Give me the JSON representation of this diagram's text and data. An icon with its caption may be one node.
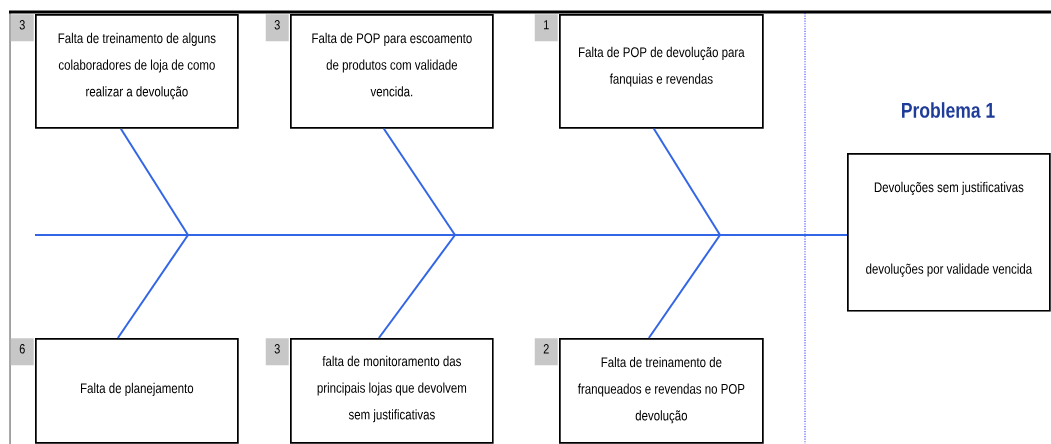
{
  "diagram": {
    "nodes": [
      {
        "text": [
          "Falta de treinamento de alguns colaboradores de loja de como realizar a devolução"
        ],
        "beside": [
          "3"
        ]
      },
      {
        "text": [
          "Falta de POP para escoamento de produtos com validade vencida."
        ],
        "beside": [
          "3"
        ]
      },
      {
        "text": [
          "Falta de POP de devolução para fanquias e revendas"
        ],
        "beside": [
          "1"
        ]
      },
      {
        "text": [
          "Falta de planejamento"
        ],
        "beside": [
          "6"
        ]
      },
      {
        "text": [
          "falta de monitoramento das principais lojas que devolvem sem justificativas"
        ],
        "beside": [
          "3"
        ]
      },
      {
        "text": [
          "Falta de treinamento de franqueados e revendas no POP devolução"
        ],
        "beside": [
          "2"
        ]
      },
      {
        "text": [
          "Problema 1",
          "Devoluções sem justificativas",
          "devoluções por validade vencida"
        ]
      }
    ],
    "edges": [
      {
        "from": 0,
        "to": null,
        "arrow": "none"
      },
      {
        "from": 1,
        "to": null,
        "arrow": "none"
      },
      {
        "from": 2,
        "to": null,
        "arrow": "none"
      },
      {
        "from": 3,
        "to": null,
        "arrow": "none"
      },
      {
        "from": 4,
        "to": null,
        "arrow": "none"
      },
      {
        "from": 5,
        "to": null,
        "arrow": "none"
      },
      {
        "from": null,
        "to": 6,
        "arrow": "none"
      }
    ]
  }
}
